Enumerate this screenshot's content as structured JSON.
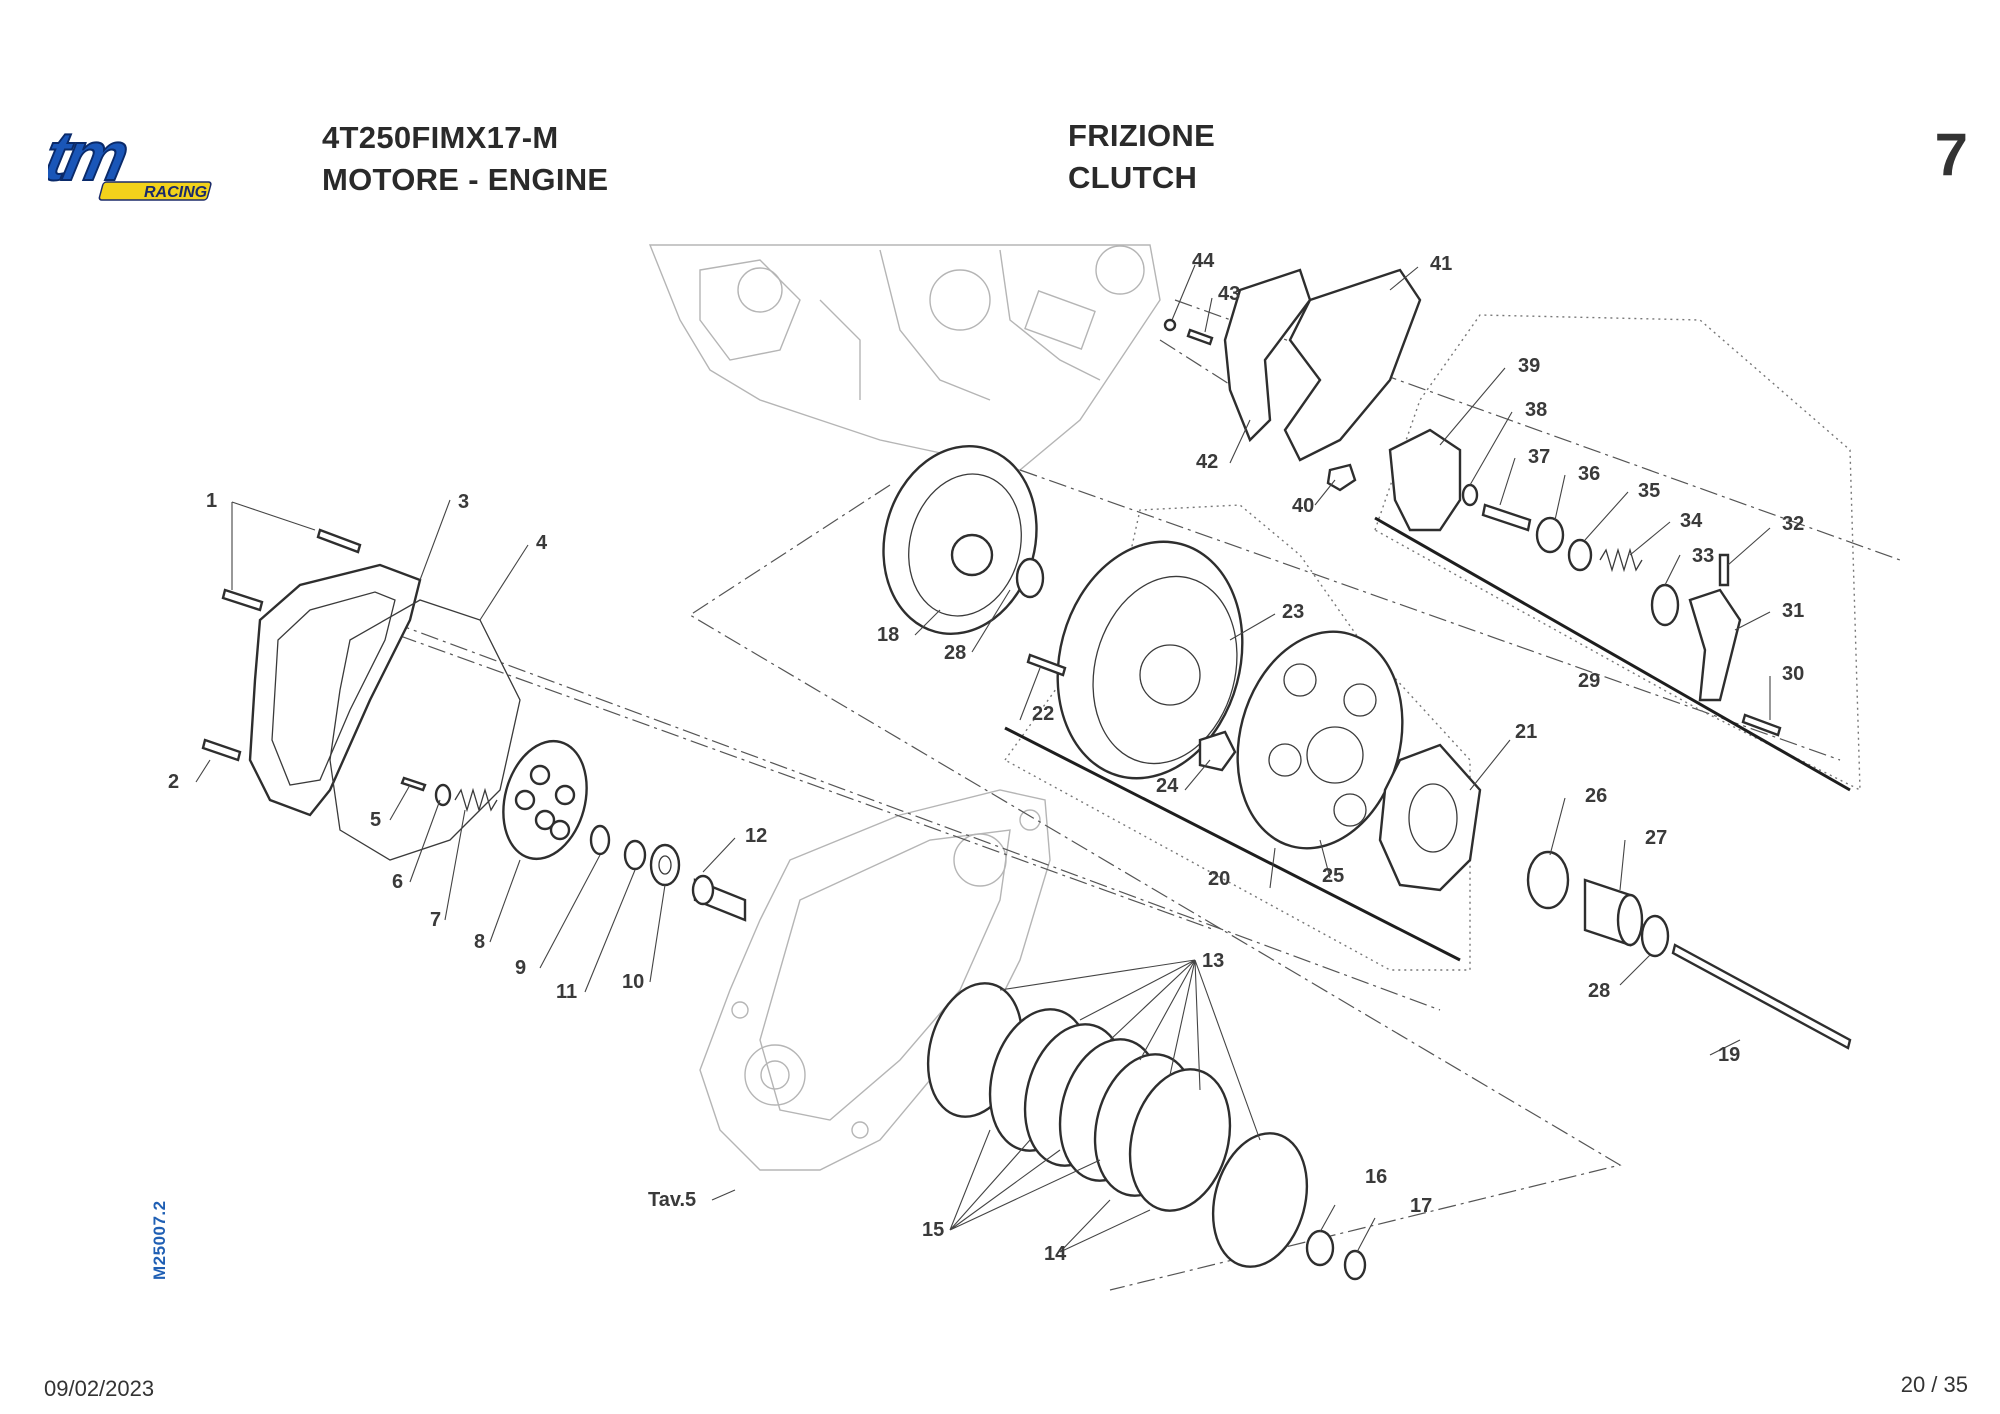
{
  "header": {
    "model": "4T250FIMX17-M",
    "group": "MOTORE - ENGINE",
    "section_it": "FRIZIONE",
    "section_en": "CLUTCH",
    "page_number": "7"
  },
  "logo": {
    "text": "tm",
    "subtext": "RACING",
    "primary_color": "#1a56b8",
    "accent_color": "#f2d21b"
  },
  "side_code": "M25007.2",
  "footer": {
    "date": "09/02/2023",
    "pages": "20 / 35"
  },
  "diagram": {
    "reference": "Tav.5",
    "callouts": [
      "1",
      "2",
      "3",
      "4",
      "5",
      "6",
      "7",
      "8",
      "9",
      "10",
      "11",
      "12",
      "13",
      "14",
      "15",
      "16",
      "17",
      "18",
      "19",
      "20",
      "21",
      "22",
      "23",
      "24",
      "25",
      "26",
      "27",
      "28",
      "28",
      "29",
      "30",
      "31",
      "32",
      "33",
      "34",
      "35",
      "36",
      "37",
      "38",
      "39",
      "40",
      "41",
      "42",
      "43",
      "44"
    ]
  }
}
